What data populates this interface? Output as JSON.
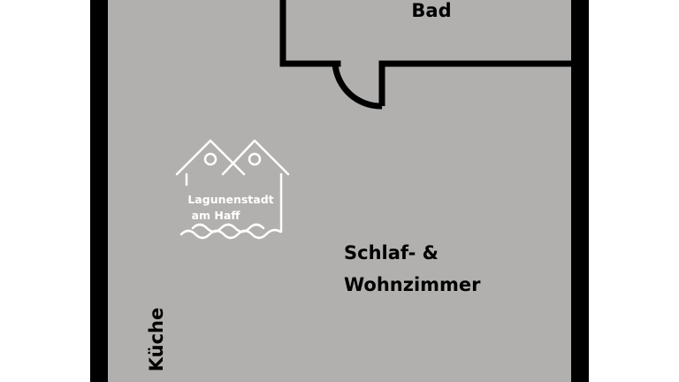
{
  "rooms": {
    "bath": "Bad",
    "living_line1": "Schlaf- &",
    "living_line2": "Wohnzimmer",
    "kitchen": "Küche"
  },
  "logo": {
    "icon": "lagoon-houses-logo",
    "line1": "Lagunenstadt",
    "line2": "am Haff"
  },
  "colors": {
    "floor": "#b1b0af",
    "wall": "#000000",
    "logo": "#ffffff"
  }
}
